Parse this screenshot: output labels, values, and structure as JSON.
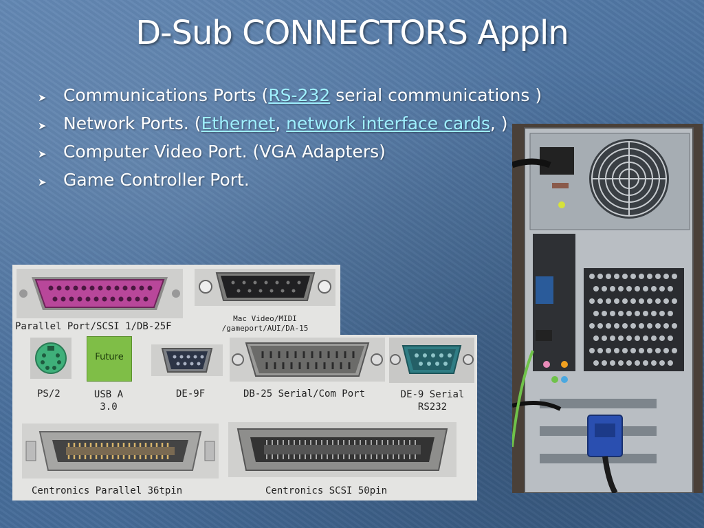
{
  "slide": {
    "title": "D-Sub CONNECTORS   Appln",
    "bullets": [
      {
        "pre": "Communications Ports (",
        "links": [
          {
            "text": "RS-232"
          }
        ],
        "mid": [],
        "post": " serial communications )"
      },
      {
        "pre": "Network Ports. (",
        "link1": "Ethernet",
        "sep": ", ",
        "link2": "network interface cards",
        "post": ", )"
      },
      {
        "text": "Computer Video Port. (VGA Adapters)"
      },
      {
        "text": "Game Controller Port."
      }
    ]
  },
  "connectors": {
    "top": [
      {
        "label": "Parallel Port/SCSI 1/DB-25F"
      },
      {
        "label_line1": "Mac Video/MIDI",
        "label_line2": "/gameport/AUI/DA-15"
      }
    ],
    "middle": [
      {
        "label": "PS/2"
      },
      {
        "label_line1": "USB A",
        "label_line2": "3.0",
        "badge": "Future"
      },
      {
        "label": "DE-9F"
      },
      {
        "label": "DB-25 Serial/Com Port"
      },
      {
        "label_line1": "DE-9 Serial",
        "label_line2": "RS232"
      }
    ],
    "bottom": [
      {
        "label": "Centronics Parallel 36tpin"
      },
      {
        "label": "Centronics SCSI 50pin"
      }
    ]
  },
  "colors": {
    "background": "#4f75a2",
    "title_text": "#ffffff",
    "hyperlink": "#9ff0ff",
    "db25_pink": "#b8479a",
    "ps2_green": "#3fb07a",
    "usb_green": "#7fbe47",
    "serial_teal": "#2f7d84"
  }
}
